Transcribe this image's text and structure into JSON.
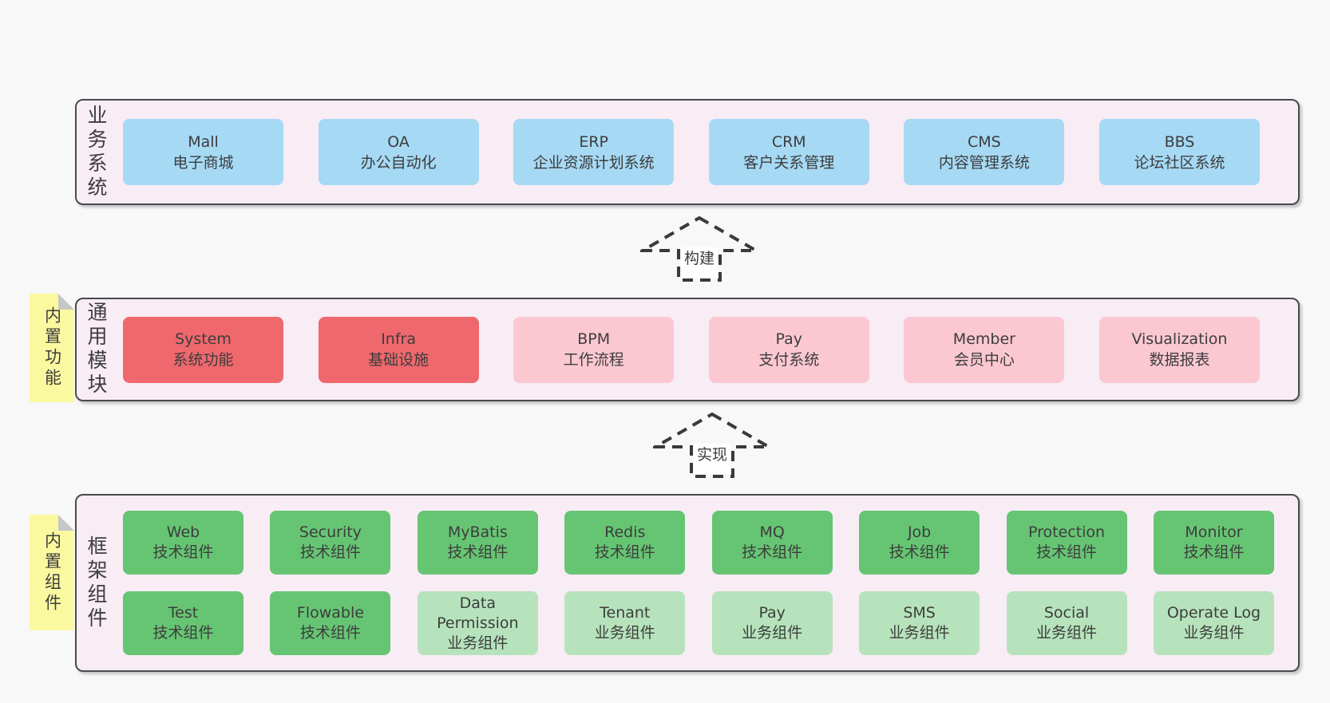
{
  "diagram": {
    "layers": [
      {
        "id": "business-systems",
        "label": "业务系统",
        "boxes": [
          {
            "name": "Mall",
            "desc": "电子商城"
          },
          {
            "name": "OA",
            "desc": "办公自动化"
          },
          {
            "name": "ERP",
            "desc": "企业资源计划系统"
          },
          {
            "name": "CRM",
            "desc": "客户关系管理"
          },
          {
            "name": "CMS",
            "desc": "内容管理系统"
          },
          {
            "name": "BBS",
            "desc": "论坛社区系统"
          }
        ]
      },
      {
        "id": "common-modules",
        "label": "通用模块",
        "note": "内置功能",
        "boxes": [
          {
            "name": "System",
            "desc": "系统功能"
          },
          {
            "name": "Infra",
            "desc": "基础设施"
          },
          {
            "name": "BPM",
            "desc": "工作流程"
          },
          {
            "name": "Pay",
            "desc": "支付系统"
          },
          {
            "name": "Member",
            "desc": "会员中心"
          },
          {
            "name": "Visualization",
            "desc": "数据报表"
          }
        ]
      },
      {
        "id": "framework-components",
        "label": "框架组件",
        "note": "内置组件",
        "rows": [
          [
            {
              "name": "Web",
              "desc": "技术组件"
            },
            {
              "name": "Security",
              "desc": "技术组件"
            },
            {
              "name": "MyBatis",
              "desc": "技术组件"
            },
            {
              "name": "Redis",
              "desc": "技术组件"
            },
            {
              "name": "MQ",
              "desc": "技术组件"
            },
            {
              "name": "Job",
              "desc": "技术组件"
            },
            {
              "name": "Protection",
              "desc": "技术组件"
            },
            {
              "name": "Monitor",
              "desc": "技术组件"
            }
          ],
          [
            {
              "name": "Test",
              "desc": "技术组件"
            },
            {
              "name": "Flowable",
              "desc": "技术组件"
            },
            {
              "name": "Data Permission",
              "desc": "业务组件"
            },
            {
              "name": "Tenant",
              "desc": "业务组件"
            },
            {
              "name": "Pay",
              "desc": "业务组件"
            },
            {
              "name": "SMS",
              "desc": "业务组件"
            },
            {
              "name": "Social",
              "desc": "业务组件"
            },
            {
              "name": "Operate Log",
              "desc": "业务组件"
            }
          ]
        ]
      }
    ],
    "arrows": [
      {
        "label": "构建"
      },
      {
        "label": "实现"
      }
    ],
    "colors": {
      "page_background": "#f8f8f8",
      "layer_background": "#f8ecf5",
      "layer_border": "#4a4a4a",
      "business_box": "#a6d9f4",
      "core_module_box": "#ef686d",
      "optional_module_box": "#fbc8d2",
      "tech_component_box": "#66c573",
      "biz_component_box": "#b6e3bb",
      "note_background": "#fbf9a0",
      "note_fold": "#c6c6c6",
      "text": "#3d3d3d"
    }
  }
}
